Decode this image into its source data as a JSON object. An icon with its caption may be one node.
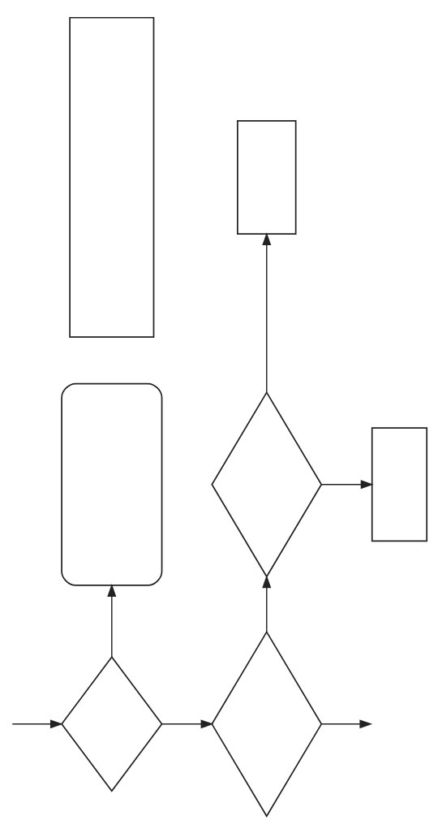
{
  "diagram": {
    "nodes": [
      {
        "text": [],
        "shape": "box"
      },
      {
        "text": [],
        "shape": "box"
      },
      {
        "text": [],
        "shape": "box"
      },
      {
        "text": [],
        "shape": "diamond"
      },
      {
        "text": [],
        "shape": "box"
      },
      {
        "text": [],
        "shape": "diamond"
      },
      {
        "text": [],
        "shape": "diamond"
      }
    ],
    "edges": [
      {
        "from": null,
        "to": 5,
        "arrow": "to"
      },
      {
        "from": 5,
        "to": 6,
        "arrow": "to"
      },
      {
        "from": 6,
        "to": null,
        "arrow": "to"
      },
      {
        "from": 5,
        "to": 2,
        "arrow": "to"
      },
      {
        "from": 6,
        "to": 3,
        "arrow": "to"
      },
      {
        "from": 3,
        "to": 1,
        "arrow": "to"
      },
      {
        "from": 3,
        "to": 4,
        "arrow": "to"
      }
    ]
  }
}
